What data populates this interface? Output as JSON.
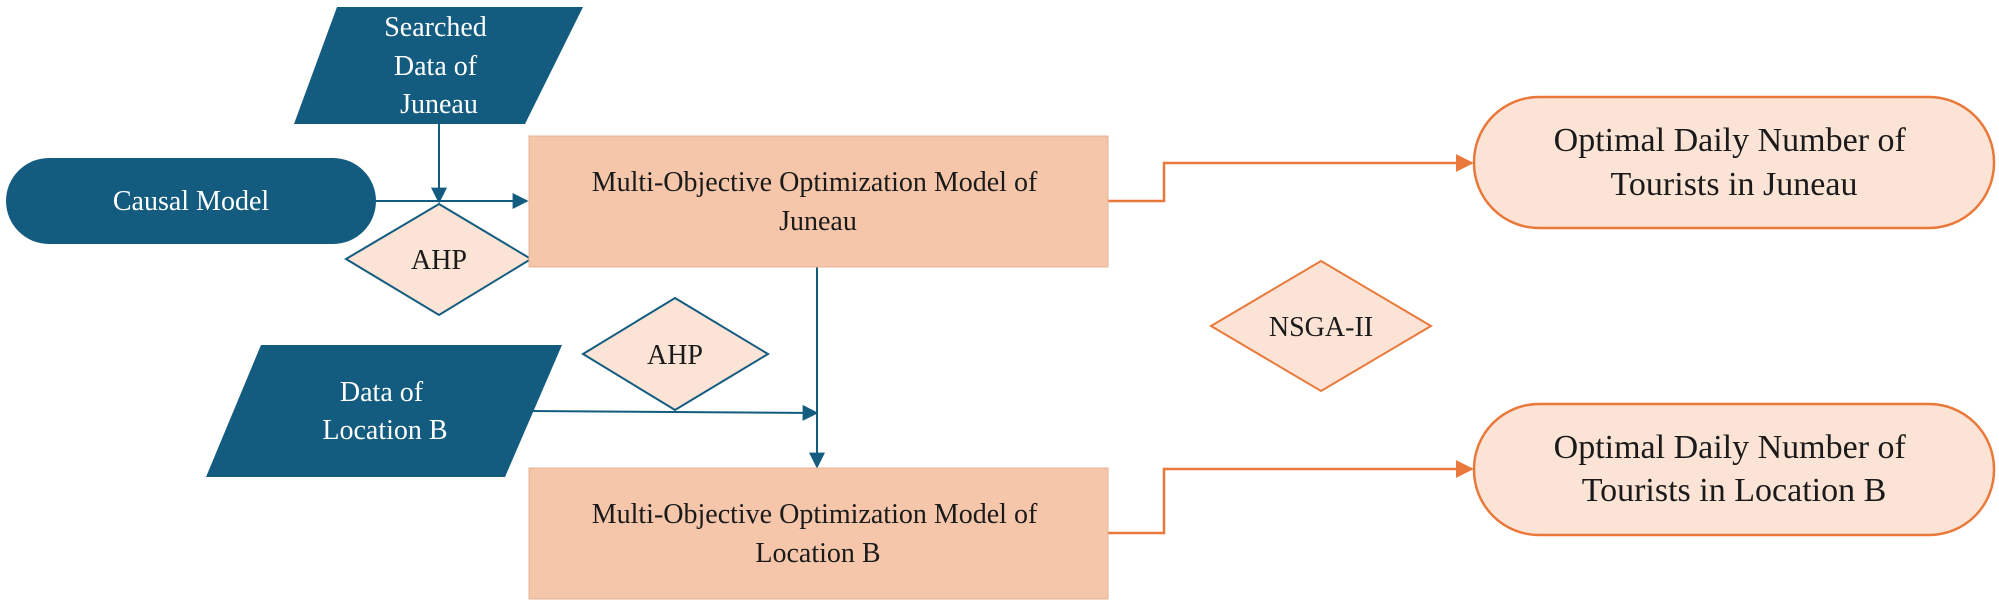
{
  "diagram": {
    "nodes": {
      "searched_data": {
        "lines": [
          "Searched",
          "Data of",
          "Juneau"
        ]
      },
      "causal_model": {
        "lines": [
          "Causal Model"
        ]
      },
      "ahp_top": {
        "lines": [
          "AHP"
        ]
      },
      "model_juneau": {
        "lines": [
          "Multi-Objective Optimization Model of",
          "Juneau"
        ]
      },
      "ahp_mid": {
        "lines": [
          "AHP"
        ]
      },
      "data_location_b": {
        "lines": [
          "Data of",
          "Location B"
        ]
      },
      "model_location_b": {
        "lines": [
          "Multi-Objective Optimization Model of",
          "Location B"
        ]
      },
      "nsga": {
        "lines": [
          "NSGA-II"
        ]
      },
      "optimal_juneau": {
        "lines": [
          "Optimal Daily Number of",
          "Tourists in Juneau"
        ]
      },
      "optimal_location_b": {
        "lines": [
          "Optimal Daily Number of",
          "Tourists in Location B"
        ]
      }
    },
    "colors": {
      "dark_teal": "#135c80",
      "peach_fill": "#f5c6aa",
      "light_peach": "#fbe3d6",
      "orange": "#e9793a"
    }
  }
}
